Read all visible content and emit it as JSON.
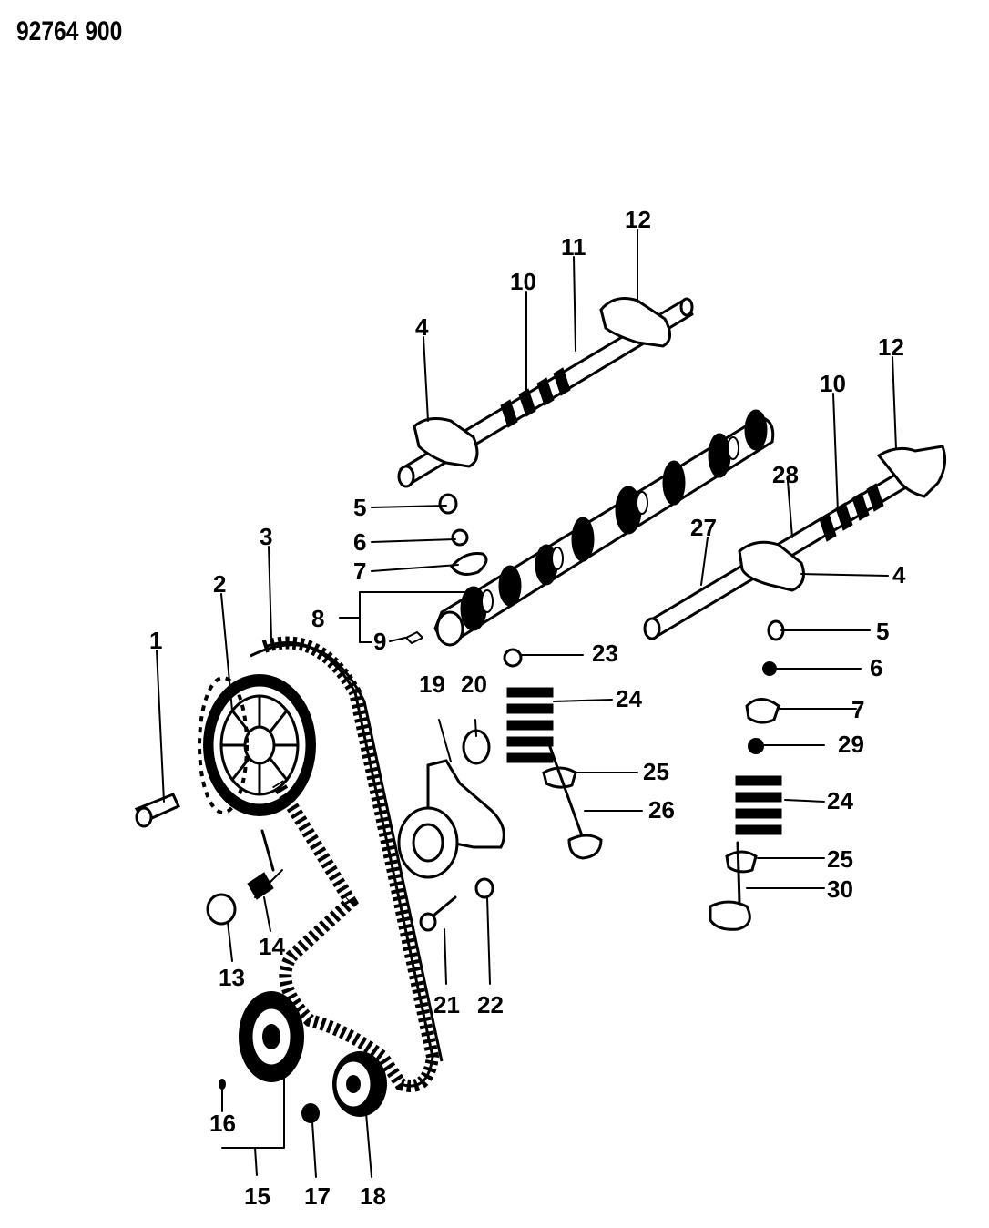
{
  "header": {
    "drawing_number": "92764 900"
  },
  "labels": {
    "p1": "1",
    "p2": "2",
    "p3": "3",
    "p4a": "4",
    "p4b": "4",
    "p5a": "5",
    "p5b": "5",
    "p6a": "6",
    "p6b": "6",
    "p7a": "7",
    "p7b": "7",
    "p8": "8",
    "p9": "9",
    "p10a": "10",
    "p10b": "10",
    "p11": "11",
    "p12a": "12",
    "p12b": "12",
    "p13": "13",
    "p14": "14",
    "p15": "15",
    "p16": "16",
    "p17": "17",
    "p18": "18",
    "p19": "19",
    "p20": "20",
    "p21": "21",
    "p22": "22",
    "p23": "23",
    "p24a": "24",
    "p24b": "24",
    "p25a": "25",
    "p25b": "25",
    "p26": "26",
    "p27": "27",
    "p28": "28",
    "p29": "29",
    "p30": "30"
  }
}
